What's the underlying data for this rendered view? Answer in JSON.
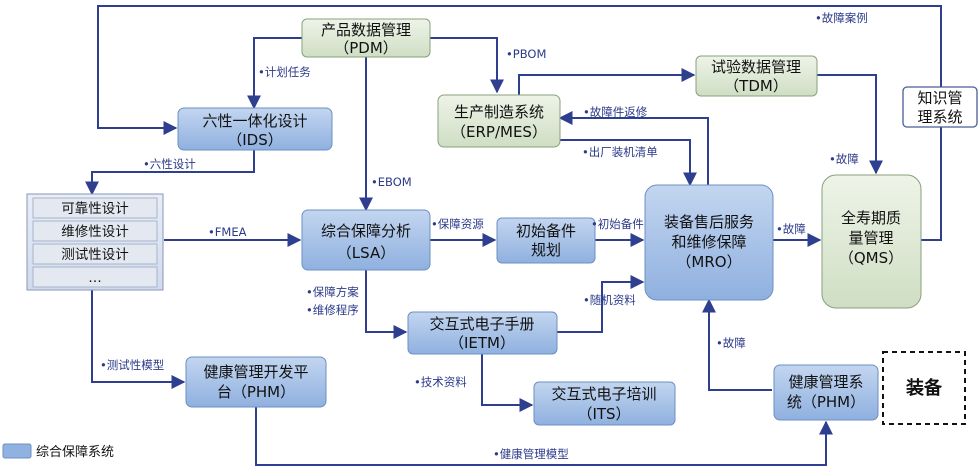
{
  "nodes": {
    "pdm": {
      "line1": "产品数据管理",
      "line2": "（PDM）"
    },
    "ids": {
      "line1": "六性一体化设计",
      "line2": "（IDS）"
    },
    "erp": {
      "line1": "生产制造系统",
      "line2": "（ERP/MES）"
    },
    "tdm": {
      "line1": "试验数据管理",
      "line2": "（TDM）"
    },
    "km": {
      "line1": "知识管",
      "line2": "理系统"
    },
    "lsa": {
      "line1": "综合保障分析",
      "line2": "（LSA）"
    },
    "spares": {
      "line1": "初始备件",
      "line2": "规划"
    },
    "mro": {
      "line1": "装备售后服务",
      "line2": "和维修保障",
      "line3": "（MRO）"
    },
    "qms": {
      "line1": "全寿期质",
      "line2": "量管理",
      "line3": "（QMS）"
    },
    "ietm": {
      "line1": "交互式电子手册",
      "line2": "（IETM）"
    },
    "its": {
      "line1": "交互式电子培训",
      "line2": "（ITS）"
    },
    "phm_dev": {
      "line1": "健康管理开发平",
      "line2": "台（PHM）"
    },
    "phm_sys": {
      "line1": "健康管理系",
      "line2": "统（PHM）"
    },
    "equipment": {
      "label": "装备"
    }
  },
  "six_design_list": [
    "可靠性设计",
    "维修性设计",
    "测试性设计",
    "…"
  ],
  "edge_labels": {
    "fault_cases": "•故障案例",
    "pbom": "•PBOM",
    "plan_tasks": "•计划任务",
    "fault_return": "•故障件返修",
    "fault_tdm": "•故障",
    "six_design": "•六性设计",
    "factory_list": "•出厂装机清单",
    "ebom": "•EBOM",
    "fmea": "•FMEA",
    "support_resources": "•保障资源",
    "initial_spares": "•初始备件",
    "fault_mro_qms": "•故障",
    "support_plan": "•保障方案",
    "maint_procedure": "•维修程序",
    "onboard_docs": "•随机资料",
    "test_model": "•测试性模型",
    "fault_phm": "•故障",
    "tech_docs": "•技术资料",
    "health_model": "•健康管理模型"
  },
  "legend": {
    "label": "综合保障系统"
  },
  "colors": {
    "blue_box": "#9dbde6",
    "green_box": "#dce8d2",
    "arrow": "#2e3f8f",
    "legend_box": "#8fb2e0"
  }
}
